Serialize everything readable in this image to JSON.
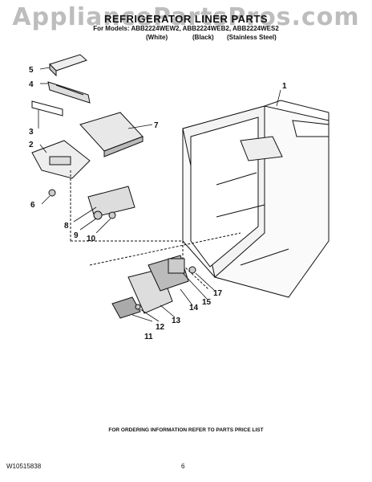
{
  "watermark": "AppliancePartsPros.com",
  "header": {
    "title": "REFRIGERATOR LINER PARTS",
    "models": "For Models: ABB2224WEW2, ABB2224WEB2, ABB2224WES2",
    "variants": [
      "(White)",
      "(Black)",
      "(Stainless Steel)"
    ]
  },
  "callouts": [
    "1",
    "2",
    "3",
    "4",
    "5",
    "6",
    "7",
    "8",
    "9",
    "10",
    "11",
    "12",
    "13",
    "14",
    "15",
    "17"
  ],
  "footer": {
    "note": "FOR ORDERING INFORMATION REFER TO PARTS PRICE LIST",
    "doc_id": "W10515838",
    "page": "6"
  }
}
